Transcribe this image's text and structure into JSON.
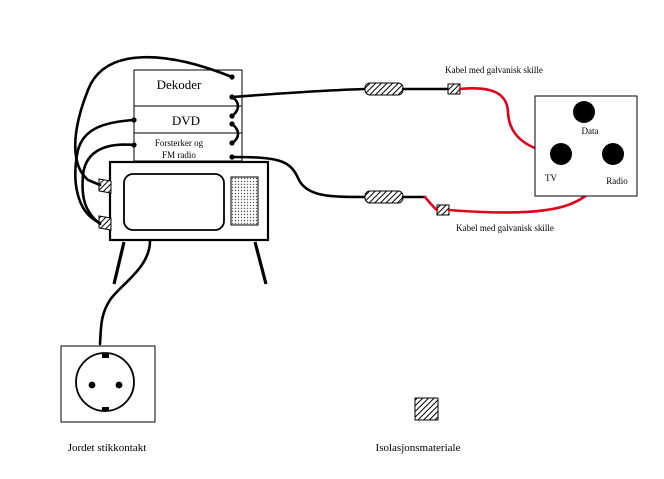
{
  "devices": {
    "decoder": "Dekoder",
    "dvd": "DVD",
    "amplifier_line1": "Forsterker og",
    "amplifier_line2": "FM radio"
  },
  "cables": {
    "top_label": "Kabel med galvanisk skille",
    "bottom_label": "Kabel med galvanisk skille"
  },
  "wall_outlet": {
    "data": "Data",
    "tv": "TV",
    "radio": "Radio"
  },
  "legend": {
    "socket": "Jordet stikkontakt",
    "insulation": "Isolasjonsmateriale"
  },
  "colors": {
    "wire": "#000000",
    "isolated_cable": "#e0001b"
  }
}
